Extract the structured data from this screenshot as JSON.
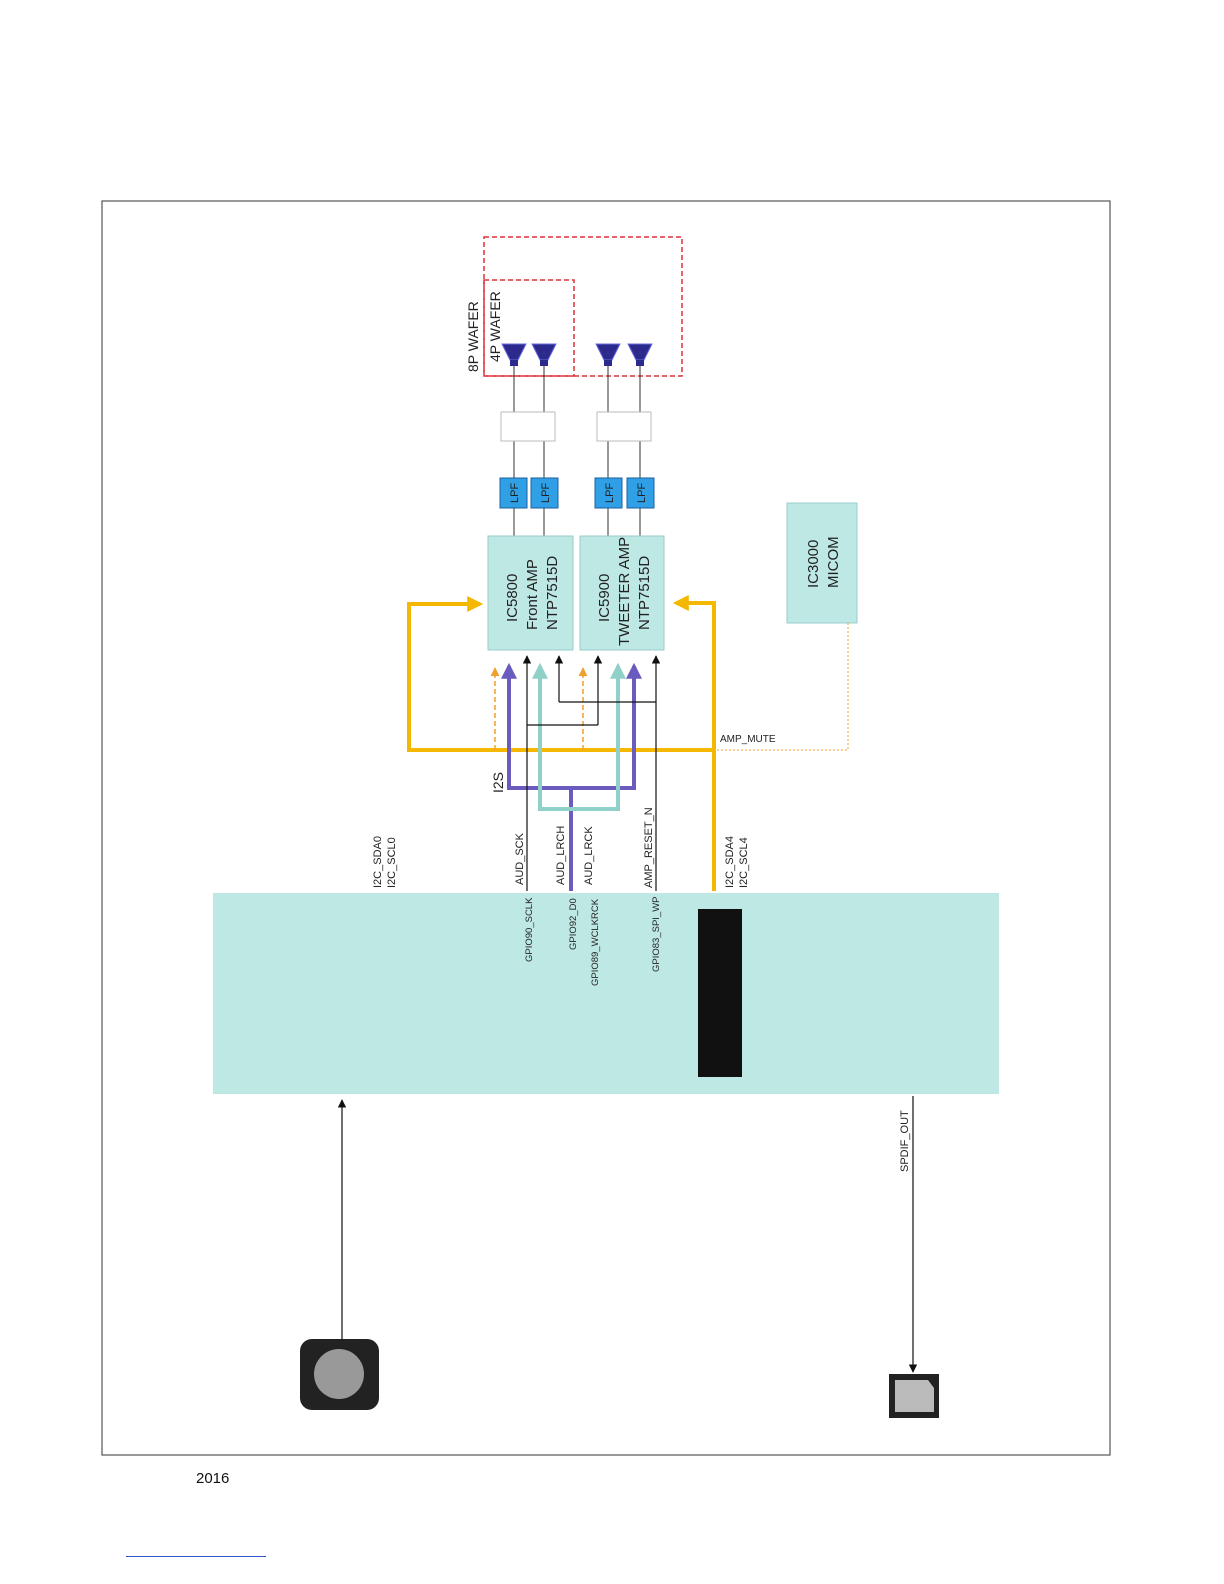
{
  "amps": [
    {
      "ref": "IC5800",
      "name": "Front AMP",
      "part": "NTP7515D"
    },
    {
      "ref": "IC5900",
      "name": "TWEETER AMP",
      "part": "NTP7515D"
    }
  ],
  "micom": {
    "ref": "IC3000",
    "name": "MICOM"
  },
  "wafers": {
    "outer": "8P WAFER",
    "inner": "4P WAFER"
  },
  "lpf_label": "LPF",
  "signals": {
    "i2s": "I2S",
    "amp_mute": "AMP_MUTE",
    "i2c_left_1": "I2C_SDA0",
    "i2c_left_2": "I2C_SCL0",
    "i2c_right_1": "I2C_SDA4",
    "i2c_right_2": "I2C_SCL4",
    "aud_sck": "AUD_SCK",
    "aud_lrch": "AUD_LRCH",
    "aud_lrck": "AUD_LRCK",
    "amp_reset": "AMP_RESET_N",
    "gpio_sclk": "GPIO90_SCLK",
    "gpio_d0": "GPIO92_D0",
    "gpio_wclk": "GPIO89_WCLKRCK",
    "gpio_spi": "GPIO83_SPI_WP",
    "spdif_out": "SPDIF_OUT"
  },
  "footer": {
    "year": "2016"
  },
  "colors": {
    "chip_fill": "#bde8e4",
    "i2c_line": "#f5b800",
    "i2s_line": "#6a5bbf",
    "lrck_line": "#8fd0c8",
    "mute_line": "#f0a030",
    "wafer_box": "#e0303a",
    "lpf_fill": "#2fa0e6"
  }
}
